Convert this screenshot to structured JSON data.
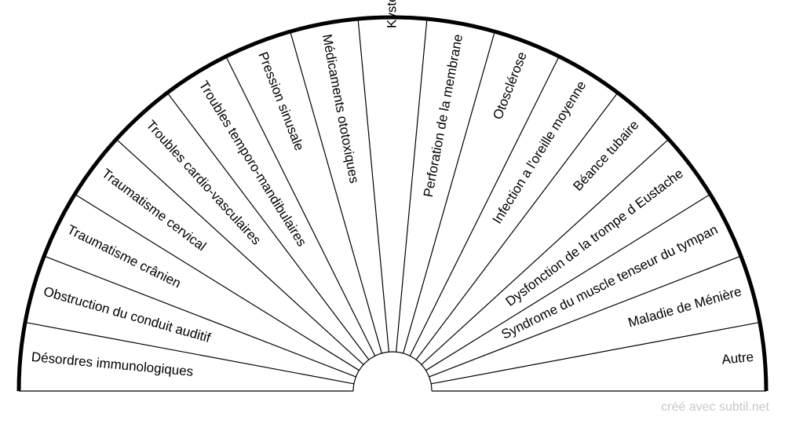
{
  "diagram": {
    "type": "semicircle-sectors",
    "sectors": [
      "Désordres immunologiques",
      "Obstruction du conduit auditif",
      "Traumatisme crânien",
      "Traumatisme cervical",
      "Troubles cardio-vasculaires",
      "Troubles temporo-mandibulaires",
      "Pression sinusale",
      "Médicaments ototoxiques",
      "Kyste conduit auditif",
      "Perforation de la membrane",
      "Otosclérose",
      "Infection a l'oreille moyenne",
      "Béance tubaire",
      "Dysfonction de la trompe d Eustache",
      "Syndrome du muscle tenseur du tympan",
      "Maladie de Ménière",
      "Autre"
    ]
  },
  "footer": {
    "credit": "créé avec subtil.net"
  }
}
